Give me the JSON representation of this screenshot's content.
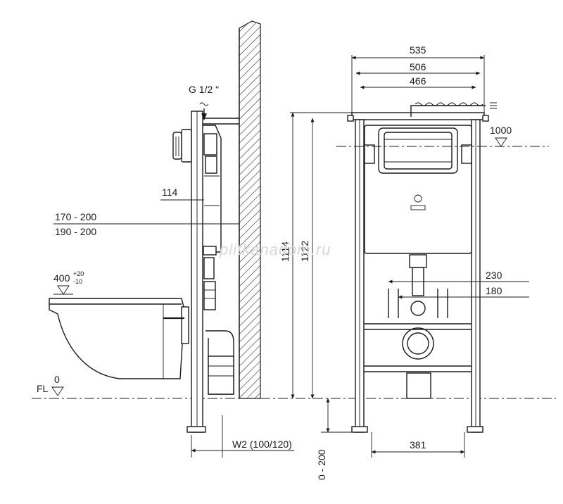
{
  "watermark": "plitkanadom.ru",
  "labels": {
    "water_inlet": "G 1/2 \"",
    "frame_depth": "114",
    "wall_range_1": "170 - 200",
    "wall_range_2": "190 - 200",
    "bowl_height": "400",
    "bowl_tol_plus": "+20",
    "bowl_tol_minus": "-10",
    "floor_level": "FL",
    "floor_zero": "0",
    "drain_width": "W2 (100/120)",
    "height_1": "1114",
    "height_2": "1122",
    "top_width_1": "535",
    "top_width_2": "506",
    "top_width_3": "466",
    "level_1000": "1000",
    "flush_width_1": "230",
    "flush_width_2": "180",
    "leg_span": "381",
    "leg_adjust": "0 - 200"
  }
}
